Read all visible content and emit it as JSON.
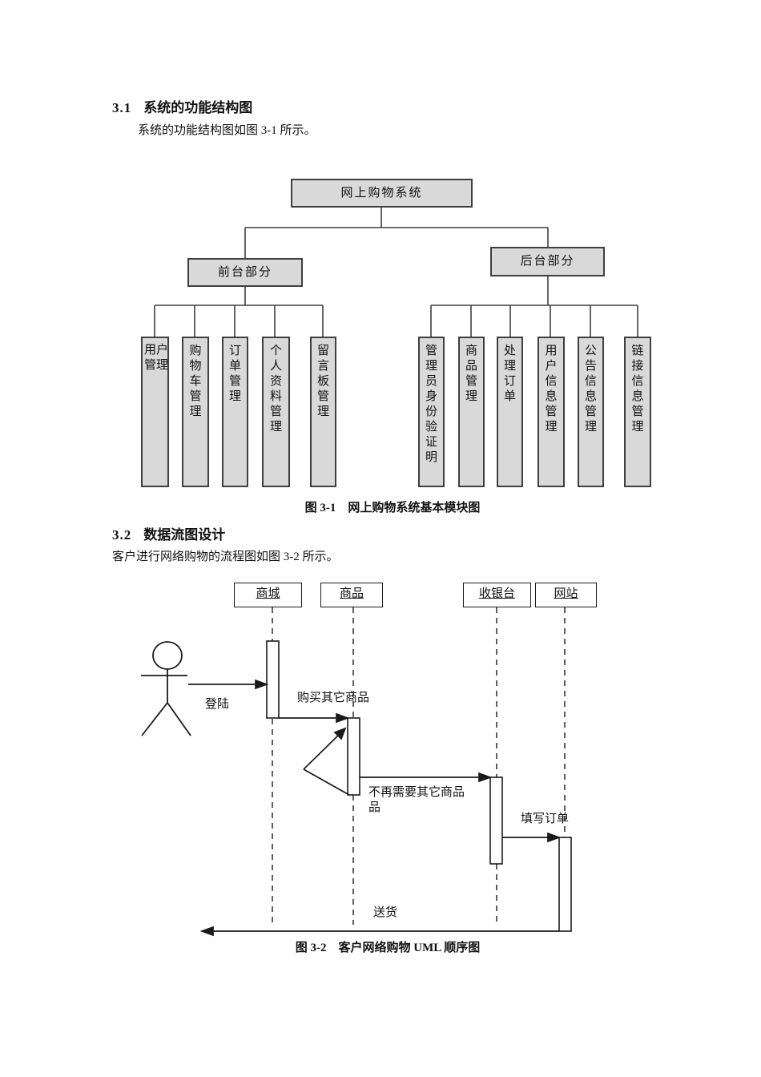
{
  "section_3_1": {
    "number": "3.1",
    "title": "系统的功能结构图",
    "paragraph": "系统的功能结构图如图 3-1 所示。"
  },
  "figure_3_1": {
    "root_label": "网上购物系统",
    "front_label": "前台部分",
    "back_label": "后台部分",
    "front_children": [
      "用户管理",
      "购物车管理",
      "订单管理",
      "个人资料管理",
      "留言板管理"
    ],
    "back_children": [
      "管理员身份验证明",
      "商品管理",
      "处理订单",
      "用户信息管理",
      "公告信息管理",
      "链接信息管理"
    ],
    "caption": "图 3-1　网上购物系统基本模块图",
    "colors": {
      "box_fill": "#d9d9d9",
      "box_border": "#3f3f3f"
    }
  },
  "section_3_2": {
    "number": "3.2",
    "title": "数据流图设计",
    "paragraph": "客户进行网络购物的流程图如图 3-2 所示。"
  },
  "figure_3_2": {
    "lifelines": [
      "商城",
      "商品",
      "收银台",
      "网站"
    ],
    "messages": {
      "login": "登陆",
      "buy_more": "购买其它商品",
      "no_more_line1": "不再需要其它商品",
      "no_more_line2": "品",
      "fill_order": "填写订单",
      "delivery": "送货"
    },
    "caption": "图 3-2　客户网络购物 UML 顺序图"
  }
}
